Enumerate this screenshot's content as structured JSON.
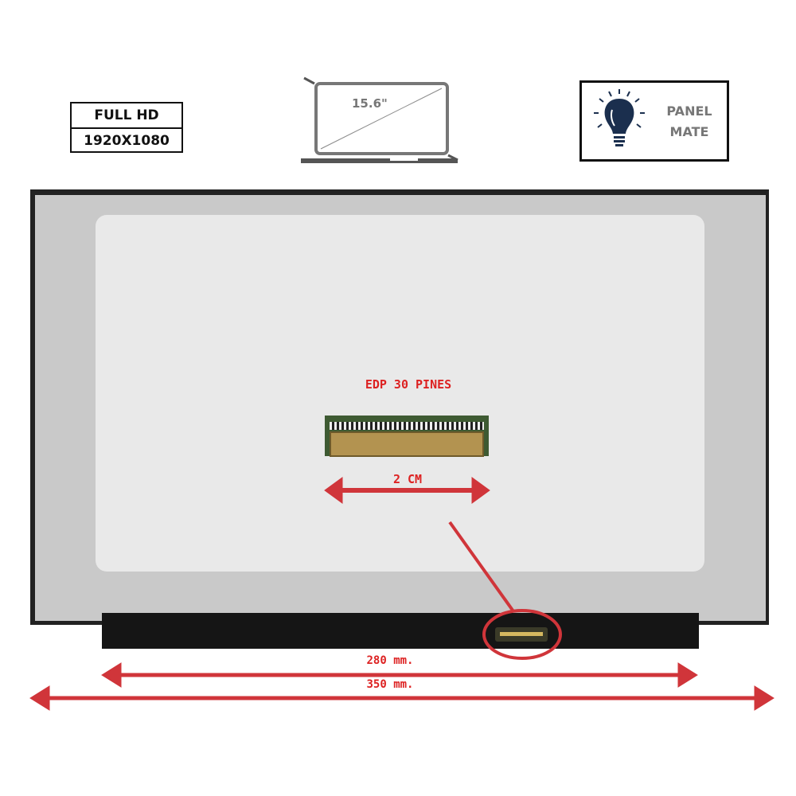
{
  "resolution_badge": {
    "label": "FULL HD",
    "value": "1920X1080"
  },
  "size_icon": {
    "label": "15.6\""
  },
  "panel_badge": {
    "line1": "PANEL",
    "line2": "MATE"
  },
  "connector": {
    "label": "EDP 30 PINES",
    "width_label": "2 CM"
  },
  "dimensions": {
    "inner": "280 mm.",
    "outer": "350 mm."
  },
  "colors": {
    "accent": "#d0353a",
    "bulb": "#1b2f4e"
  }
}
